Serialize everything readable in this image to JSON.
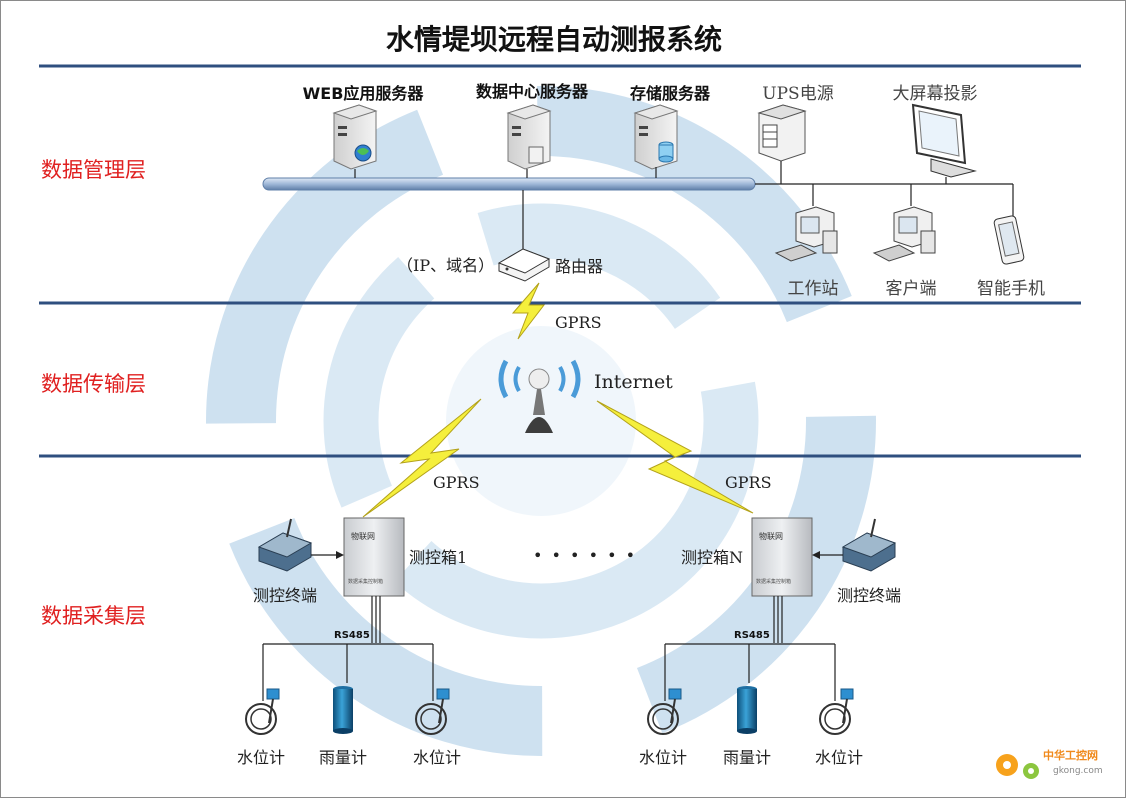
{
  "title": "水情堤坝远程自动测报系统",
  "layers": {
    "management": "数据管理层",
    "transmission": "数据传输层",
    "collection": "数据采集层"
  },
  "servers": {
    "web": "WEB应用服务器",
    "datacenter": "数据中心服务器",
    "storage": "存储服务器",
    "ups": "UPS电源",
    "screen": "大屏幕投影"
  },
  "clients": {
    "workstation": "工作站",
    "client": "客户端",
    "phone": "智能手机"
  },
  "router": {
    "addr": "（IP、域名）",
    "label": "路由器"
  },
  "network": {
    "gprs": "GPRS",
    "internet": "Internet",
    "dots": "• • • • • •"
  },
  "stations": {
    "box1": "测控箱1",
    "boxN": "测控箱N",
    "terminal": "测控终端",
    "rs485": "RS485",
    "box_brand": "物联网",
    "box_caption": "数据采集控制箱"
  },
  "sensors": {
    "water_level": "水位计",
    "rain_gauge": "雨量计"
  },
  "watermark": {
    "brand": "中华工控网",
    "site": "gkong.com"
  }
}
